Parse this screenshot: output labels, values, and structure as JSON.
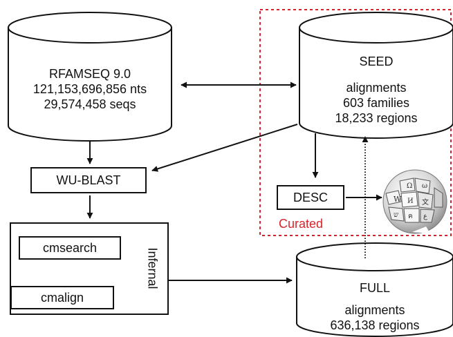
{
  "rfamseq": {
    "title": "RFAMSEQ 9.0",
    "line1": "121,153,696,856 nts",
    "line2": "29,574,458 seqs"
  },
  "seed": {
    "title": "SEED",
    "line1": "alignments",
    "line2": "603 families",
    "line3": "18,233 regions"
  },
  "full": {
    "title": "FULL",
    "line1": "alignments",
    "line2": "636,138 regions"
  },
  "wublast": {
    "label": "WU-BLAST"
  },
  "infernal": {
    "label": "Infernal",
    "cmsearch": "cmsearch",
    "cmalign": "cmalign"
  },
  "desc": {
    "label": "DESC"
  },
  "curated": {
    "label": "Curated"
  },
  "colors": {
    "curated_border": "#d9232a",
    "curated_text": "#d9232a",
    "stroke": "#111111"
  },
  "icons": {
    "wiki": "wikipedia-globe-icon"
  }
}
